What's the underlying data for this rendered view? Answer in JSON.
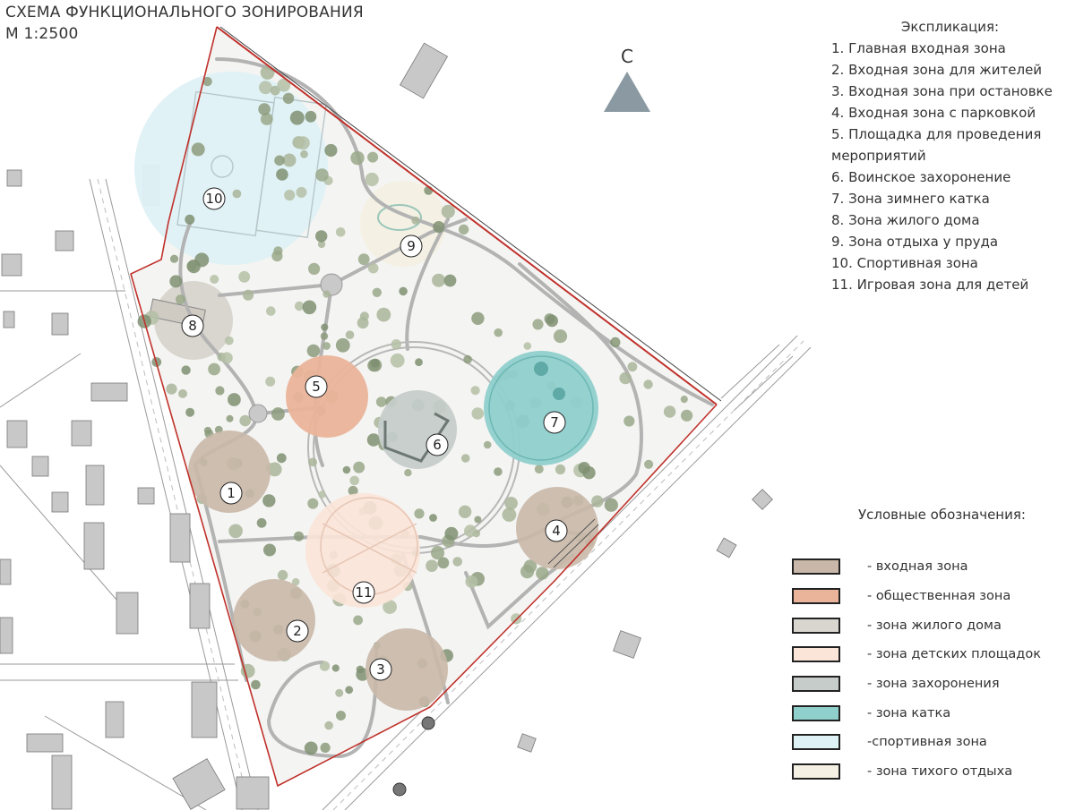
{
  "title": {
    "line1": "СХЕМА ФУНКЦИОНАЛЬНОГО ЗОНИРОВАНИЯ",
    "line2": "М 1:2500"
  },
  "north": {
    "label": "С"
  },
  "explication": {
    "heading": "Экспликация:",
    "items": [
      "1. Главная входная зона",
      "2. Входная зона для жителей",
      "3. Входная зона при остановке",
      "4. Входная зона с парковкой",
      "5. Площадка для проведения мероприятий",
      "6. Воинское захоронение",
      "7. Зона зимнего катка",
      "8. Зона жилого дома",
      "9. Зона отдыха у пруда",
      "10. Спортивная зона",
      "11. Игровая зона для детей"
    ]
  },
  "legend": {
    "heading": "Условные обозначения:",
    "items": [
      {
        "label": "- входная зона",
        "color": "#c9b8a9"
      },
      {
        "label": "- общественная зона",
        "color": "#eab49a"
      },
      {
        "label": "- зона жилого дома",
        "color": "#d9d6cf"
      },
      {
        "label": "- зона детских площадок",
        "color": "#fbe4d8"
      },
      {
        "label": "- зона захоронения",
        "color": "#c5ccca"
      },
      {
        "label": "- зона катка",
        "color": "#8fcfcc"
      },
      {
        "label": "-спортивная зона",
        "color": "#def1f5"
      },
      {
        "label": "- зона тихого отдыха",
        "color": "#f4f1e4"
      }
    ]
  },
  "zones": [
    {
      "number": "1",
      "type": "entrance",
      "color": "#c9b8a9"
    },
    {
      "number": "2",
      "type": "entrance",
      "color": "#c9b8a9"
    },
    {
      "number": "3",
      "type": "entrance",
      "color": "#c9b8a9"
    },
    {
      "number": "4",
      "type": "entrance",
      "color": "#c9b8a9"
    },
    {
      "number": "5",
      "type": "public",
      "color": "#eab49a"
    },
    {
      "number": "6",
      "type": "burial",
      "color": "#c5ccca"
    },
    {
      "number": "7",
      "type": "rink",
      "color": "#8fcfcc"
    },
    {
      "number": "8",
      "type": "residential",
      "color": "#d9d6cf"
    },
    {
      "number": "9",
      "type": "quiet-rest",
      "color": "#f4f1e4"
    },
    {
      "number": "10",
      "type": "sports",
      "color": "#def1f5"
    },
    {
      "number": "11",
      "type": "children",
      "color": "#fbe4d8"
    }
  ],
  "colors": {
    "boundary": "#c0312b",
    "path": "#b3b3b3",
    "building": "#c8c8c8",
    "tree": "#9aa88a",
    "north_arrow": "#8b99a2"
  }
}
